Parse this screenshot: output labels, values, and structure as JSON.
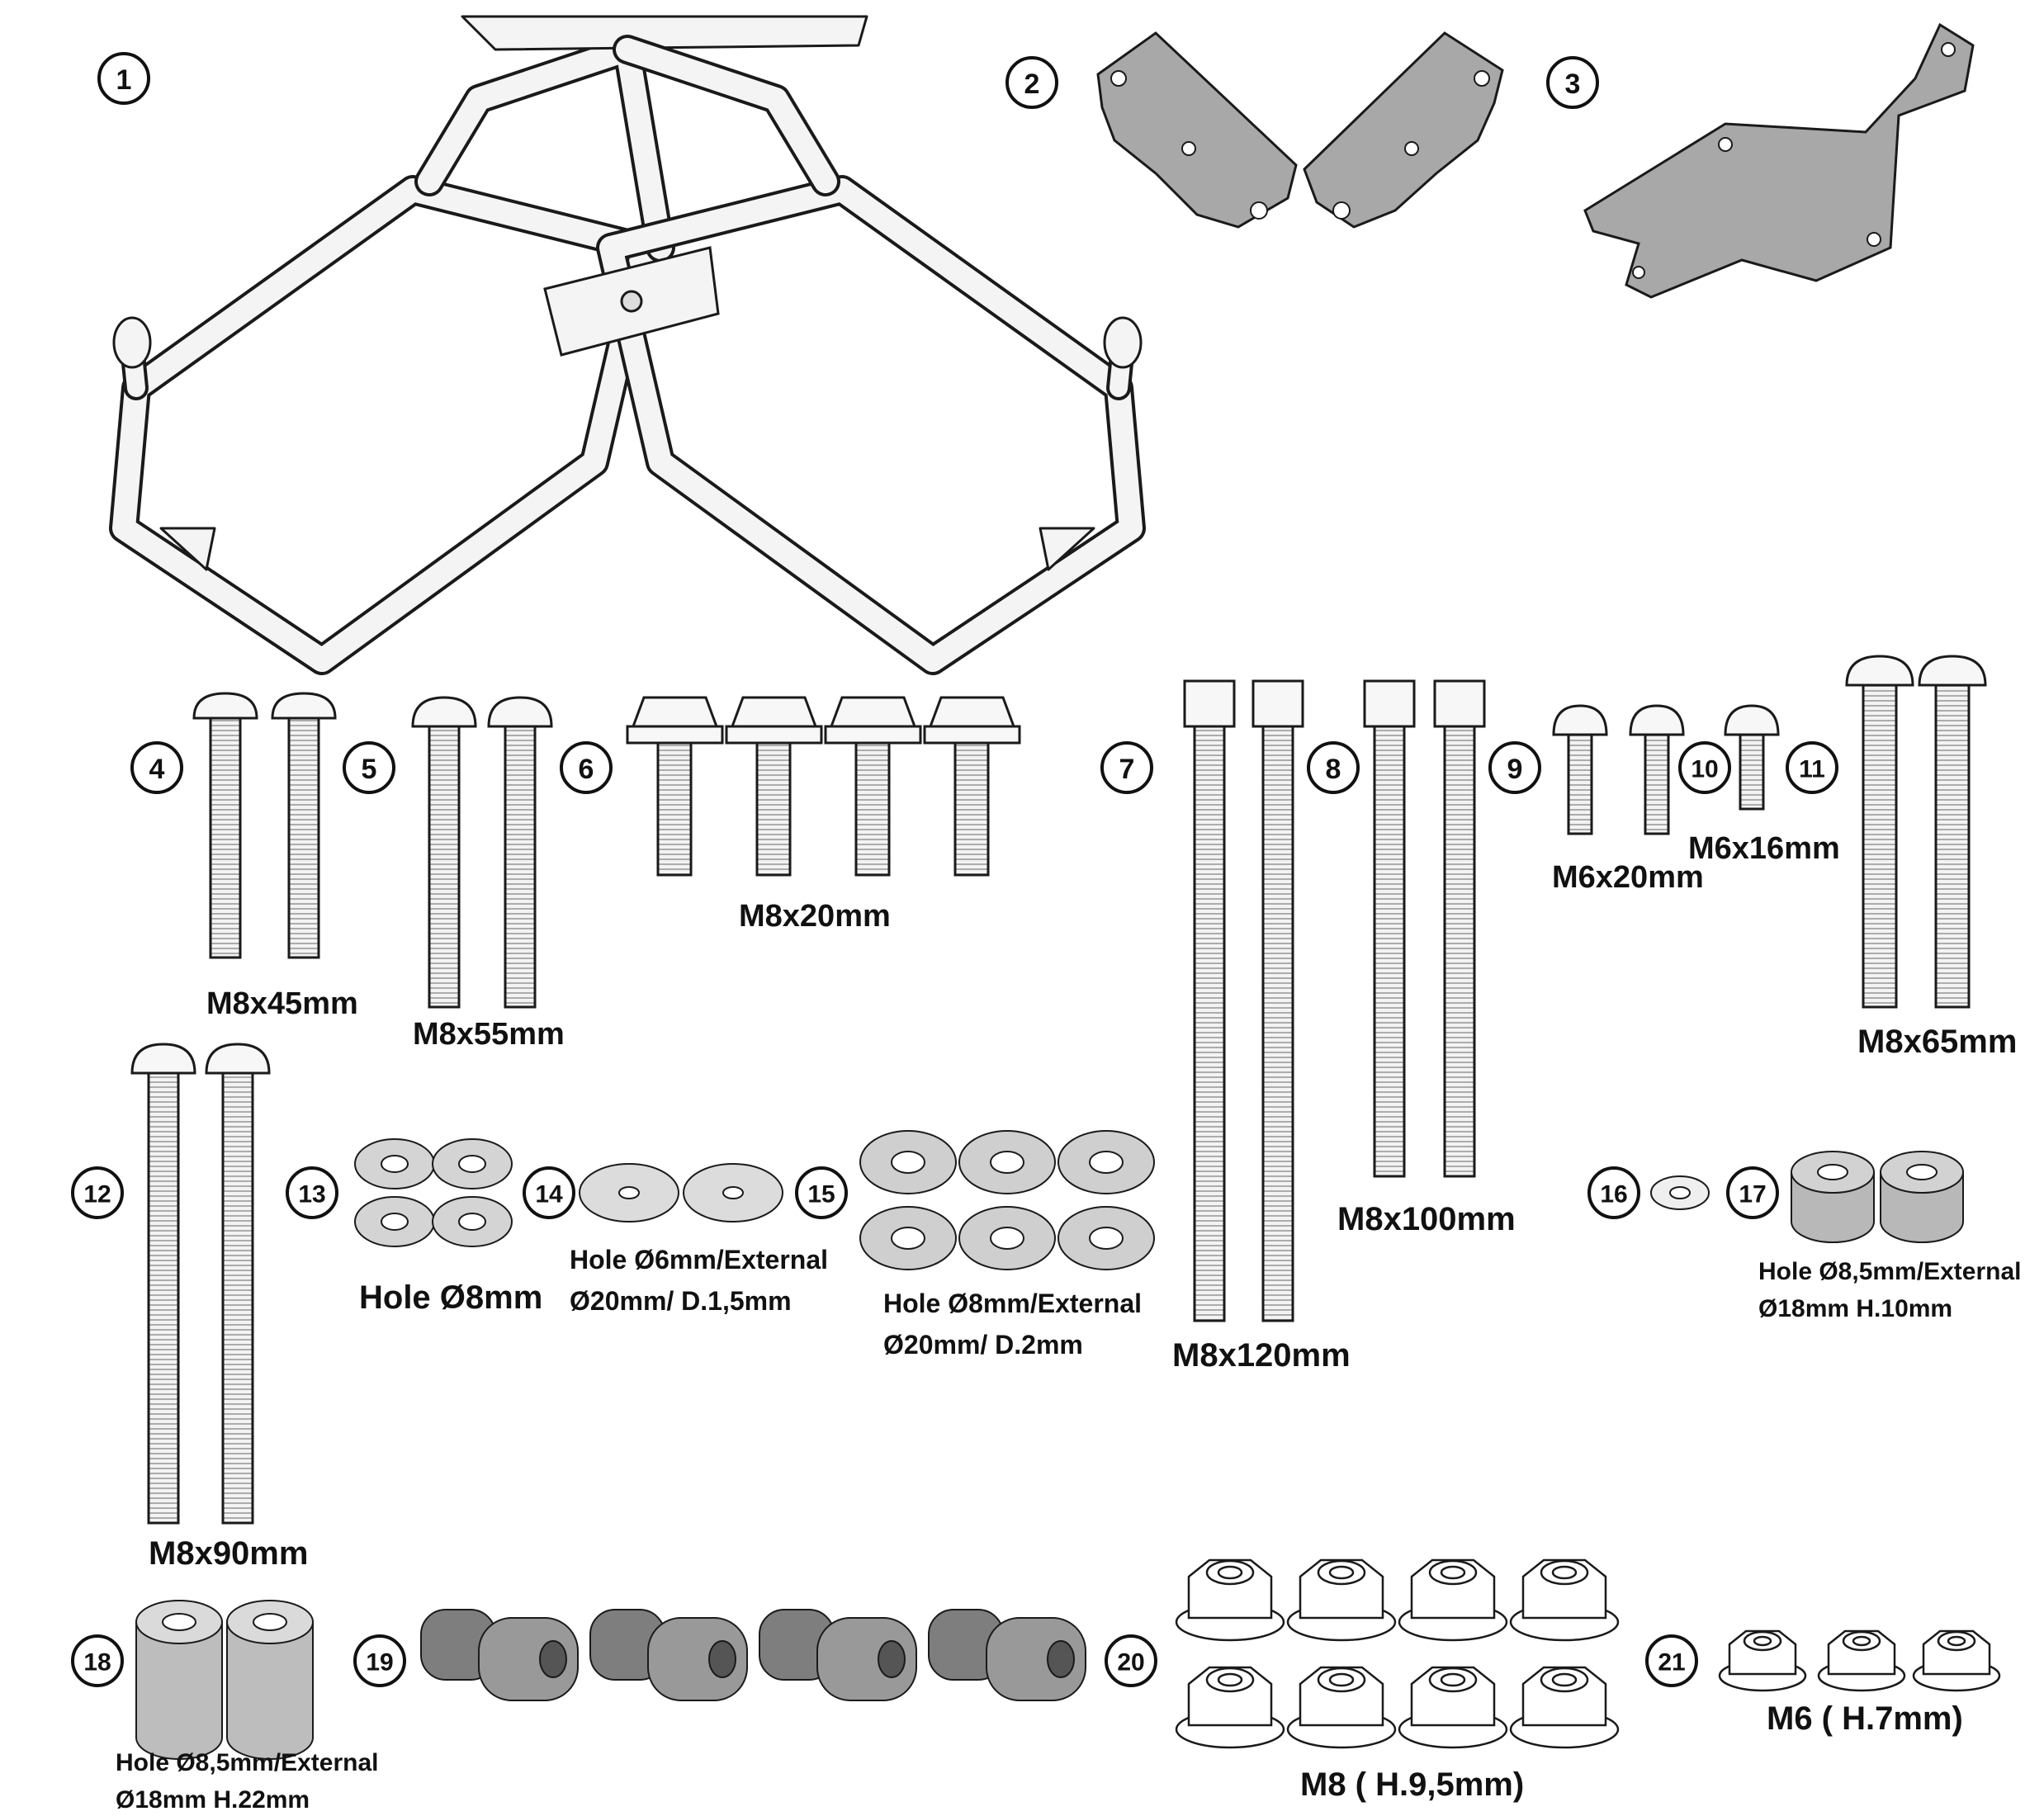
{
  "parts": [
    {
      "id": "p1",
      "number": "1"
    },
    {
      "id": "p2",
      "number": "2"
    },
    {
      "id": "p3",
      "number": "3"
    },
    {
      "id": "p4",
      "number": "4",
      "label": "M8x45mm"
    },
    {
      "id": "p5",
      "number": "5",
      "label": "M8x55mm"
    },
    {
      "id": "p6",
      "number": "6",
      "label": "M8x20mm"
    },
    {
      "id": "p7",
      "number": "7",
      "label": "M8x120mm"
    },
    {
      "id": "p8",
      "number": "8",
      "label": "M8x100mm"
    },
    {
      "id": "p9",
      "number": "9",
      "label": "M6x20mm"
    },
    {
      "id": "p10",
      "number": "10",
      "label": "M6x16mm"
    },
    {
      "id": "p11",
      "number": "11",
      "label": "M8x65mm"
    },
    {
      "id": "p12",
      "number": "12",
      "label": "M8x90mm"
    },
    {
      "id": "p13",
      "number": "13",
      "label": "Hole Ø8mm"
    },
    {
      "id": "p14",
      "number": "14",
      "label": "Hole Ø6mm/External",
      "label2": "Ø20mm/ D.1,5mm"
    },
    {
      "id": "p15",
      "number": "15",
      "label": "Hole Ø8mm/External",
      "label2": "Ø20mm/ D.2mm"
    },
    {
      "id": "p16",
      "number": "16"
    },
    {
      "id": "p17",
      "number": "17",
      "label": "Hole Ø8,5mm/External",
      "label2": "Ø18mm H.10mm"
    },
    {
      "id": "p18",
      "number": "18",
      "label": "Hole Ø8,5mm/External",
      "label2": "Ø18mm H.22mm"
    },
    {
      "id": "p19",
      "number": "19"
    },
    {
      "id": "p20",
      "number": "20",
      "label": "M8 ( H.9,5mm)"
    },
    {
      "id": "p21",
      "number": "21",
      "label": "M6 ( H.7mm)"
    }
  ],
  "colors": {
    "outline": "#1a1a1a",
    "frame_fill": "#f2f2f2",
    "plate_fill": "#a8a8a8",
    "washer_fill": "#d4d4d4",
    "spacer_fill": "#c6c6c6",
    "rubber_fill": "#8f8f8f"
  }
}
